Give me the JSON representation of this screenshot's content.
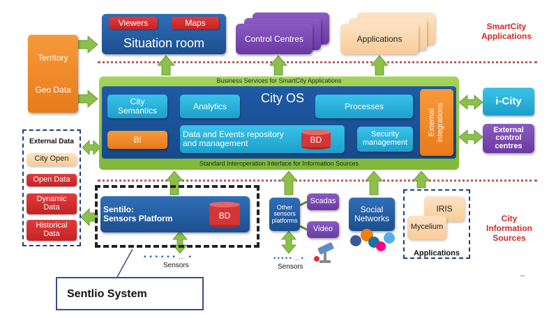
{
  "diagram": {
    "viewers": "Viewers",
    "maps": "Maps",
    "situation_room": "Situation room",
    "control_centres": "Control Centres",
    "applications_top": "Applications",
    "smartcity_applications": "SmartCity\nApplications",
    "territory": "Territory",
    "geo_data": "Geo Data",
    "business_services": "Business Services for SmartCity Applications",
    "city_os": "City OS",
    "city_semantics": "City\nSemantics",
    "analytics": "Analytics",
    "processes": "Processes",
    "bi": "BI",
    "data_events": "Data and Events repository\nand management",
    "bd_top": "BD",
    "security": "Security\nmanagement",
    "external_integrations": "External\nintegrations",
    "i_city": "i-City",
    "external_control": "External\ncontrol\ncentres",
    "standard_interface": "Standard Interoperation Interface for Information Sources",
    "external_data": "External Data",
    "city_open": "City Open",
    "open_data": "Open Data",
    "dynamic_data": "Dynamic\nData",
    "historical_data": "Historical\nData",
    "sentilo": "Sentilo:\nSensors Platform",
    "bd_sentilo": "BD",
    "sensors_left": "Sensors",
    "other_sensors": "Other\nsensors\nplatforms",
    "scadas": "Scadas",
    "video": "Video",
    "sensors_mid": "Sensors",
    "social_networks": "Social\nNetworks",
    "iris": "IRIS",
    "mycelium": "Mycelium",
    "applications_bottom": "Applications",
    "city_information_sources": "City\nInformation\nSources",
    "sentlio_system": "Sentlio System",
    "dots_left": "• • • • • • … •",
    "dots_mid": "• • • • • … •"
  }
}
